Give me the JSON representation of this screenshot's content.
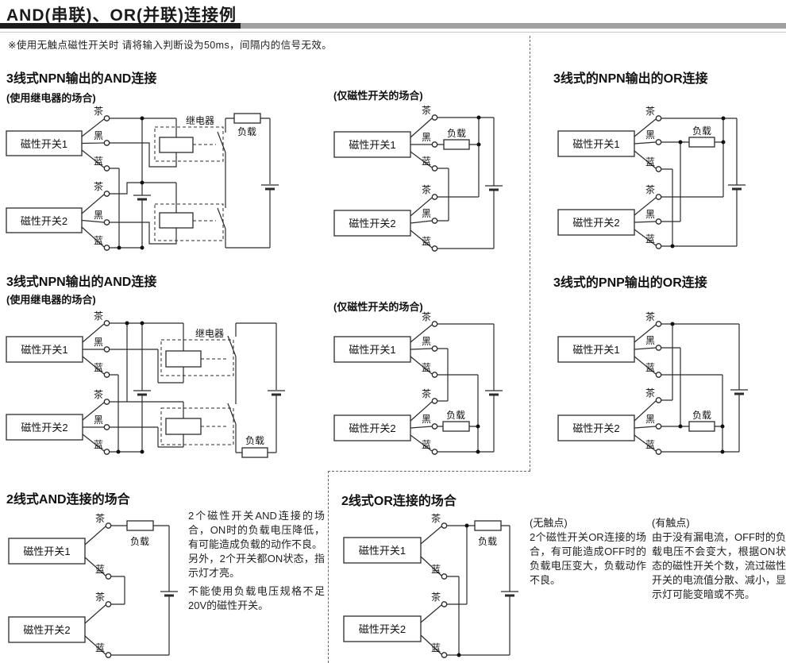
{
  "page": {
    "title": "AND(串联)、OR(并联)连接例",
    "note": "※使用无触点磁性开关时 请将输入判断设为50ms，间隔内的信号无效。"
  },
  "labels": {
    "switch1": "磁性开关1",
    "switch2": "磁性开关2",
    "brown": "茶",
    "black": "黑",
    "blue": "蓝",
    "load": "负载",
    "relay": "继电器"
  },
  "sections": {
    "row1_left_title": "3线式NPN输出的AND连接",
    "row1_left_sub": "(使用继电器的场合)",
    "row1_mid_sub": "(仅磁性开关的场合)",
    "row1_right_title": "3线式的NPN输出的OR连接",
    "row2_left_title": "3线式NPN输出的AND连接",
    "row2_left_sub": "(使用继电器的场合)",
    "row2_mid_sub": "(仅磁性开关的场合)",
    "row2_right_title": "3线式的PNP输出的OR连接",
    "row3_left_title": "2线式AND连接的场合",
    "row3_mid_title": "2线式OR连接的场合"
  },
  "notes": {
    "and2wire": [
      "2个磁性开关AND连接的场合，ON时的负载电压降低，有可能造成负载的动作不良。",
      "另外，2个开关都ON状态，指示灯才亮。",
      "不能使用负载电压规格不足20V的磁性开关。"
    ],
    "or2wire_nc_title": "(无触点)",
    "or2wire_nc": "2个磁性开关OR连接的场合，有可能造成OFF时的负载电压变大，负载动作不良。",
    "or2wire_c_title": "(有触点)",
    "or2wire_c": "由于没有漏电流，OFF时的负载电压不会变大，根据ON状态的磁性开关个数，流过磁性开关的电流值分散、减小，显示灯可能变暗或不亮。"
  },
  "colors": {
    "title_bar_black": "#1c1c1c",
    "title_bar_gray": "#a0a0a0",
    "wire": "#2b2b2b",
    "text": "#1a1a1a"
  }
}
